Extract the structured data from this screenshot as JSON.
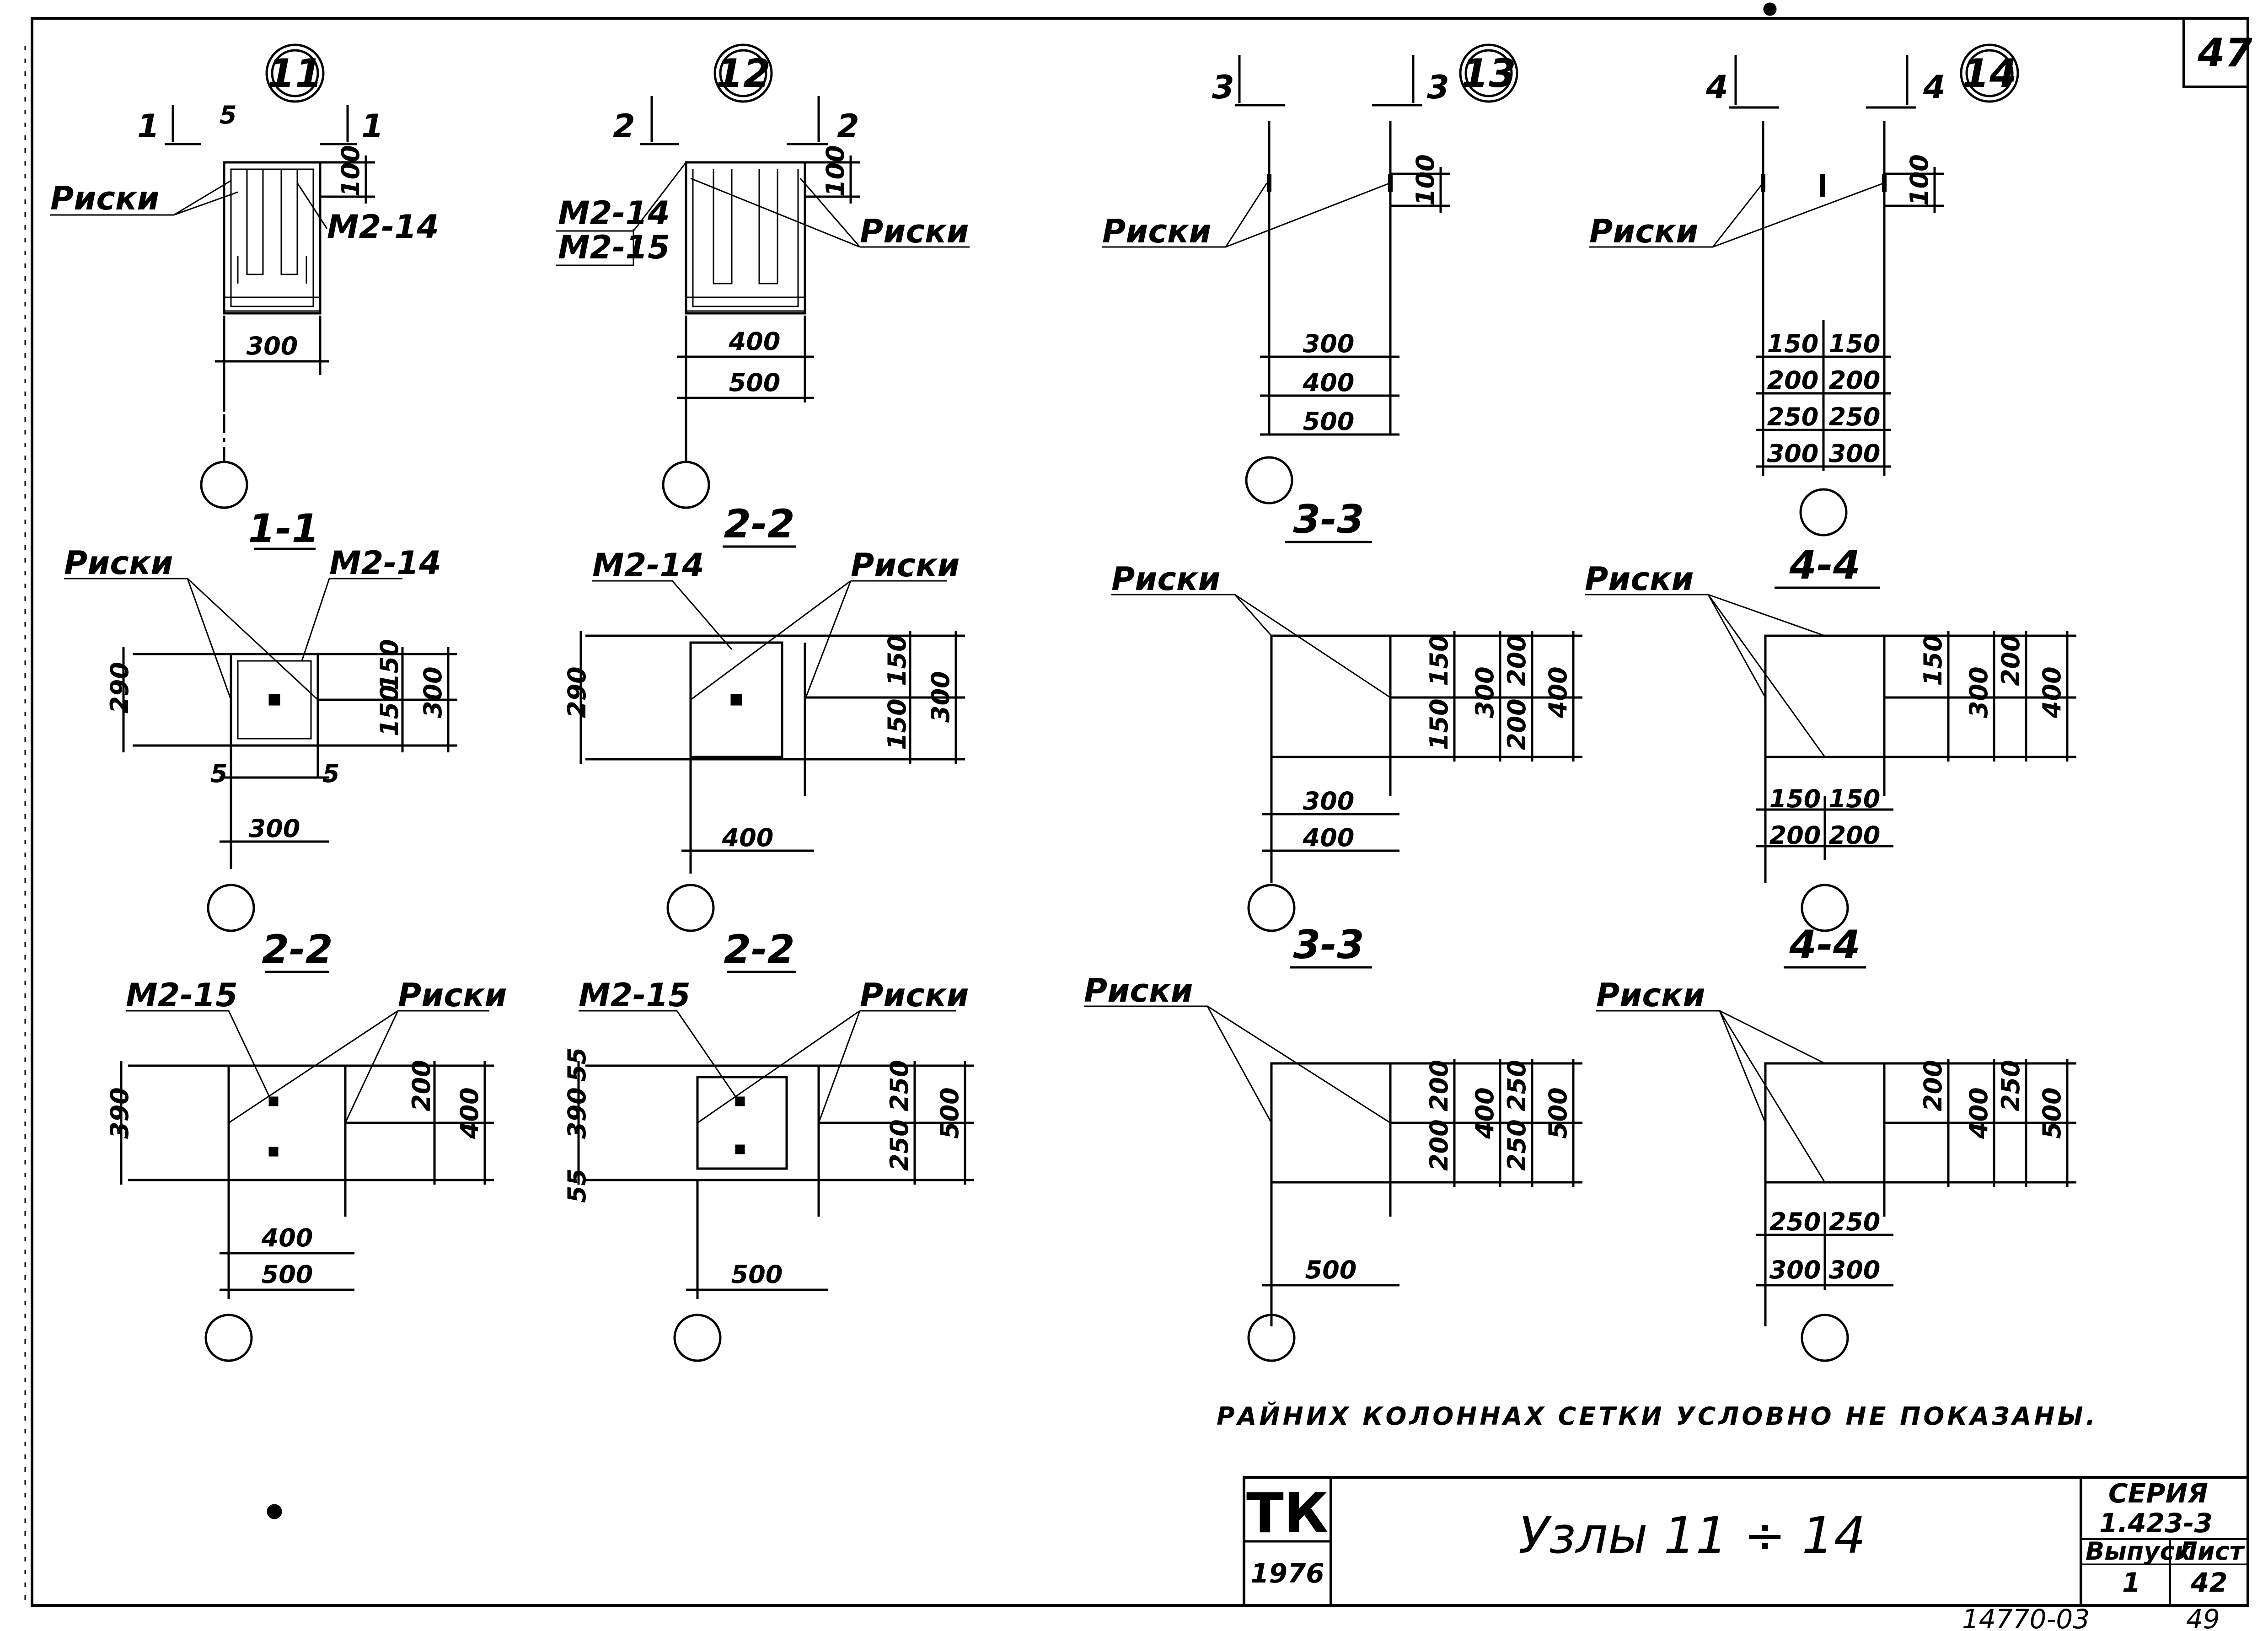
{
  "sheet_number_corner": "47",
  "nodes": {
    "n11": {
      "label": "11",
      "cut": "1"
    },
    "n12": {
      "label": "12",
      "cut": "2"
    },
    "n13": {
      "label": "13",
      "cut": "3"
    },
    "n14": {
      "label": "14",
      "cut": "4"
    }
  },
  "section_titles": {
    "s11": "1-1",
    "s12": "2-2",
    "s13": "3-3",
    "s14": "4-4",
    "r3_1": "2-2",
    "r3_2": "2-2",
    "r3_3": "3-3",
    "r3_4": "4-4"
  },
  "labels": {
    "riski": "Риски",
    "m2_14": "М2-14",
    "m2_15": "М2-15"
  },
  "dims": {
    "d5": "5",
    "d55": "55",
    "d100": "100",
    "d150": "150",
    "d200": "200",
    "d250": "250",
    "d290": "290",
    "d300": "300",
    "d390": "390",
    "d400": "400",
    "d500": "500",
    "d5_5": "5 5"
  },
  "note": "РАЙНИХ   КОЛОННАХ   СЕТКИ   УСЛОВНО   НЕ   ПОКАЗАНЫ.",
  "title_block": {
    "org": "ТК",
    "year": "1976",
    "title": "Узлы   11 ÷ 14",
    "series_label": "СЕРИЯ",
    "series": "1.423-3",
    "issue_label": "Выпуск",
    "issue": "1",
    "sheet_label": "Лист",
    "sheet": "42"
  },
  "archive_number": "14770-03",
  "archive_page": "49"
}
